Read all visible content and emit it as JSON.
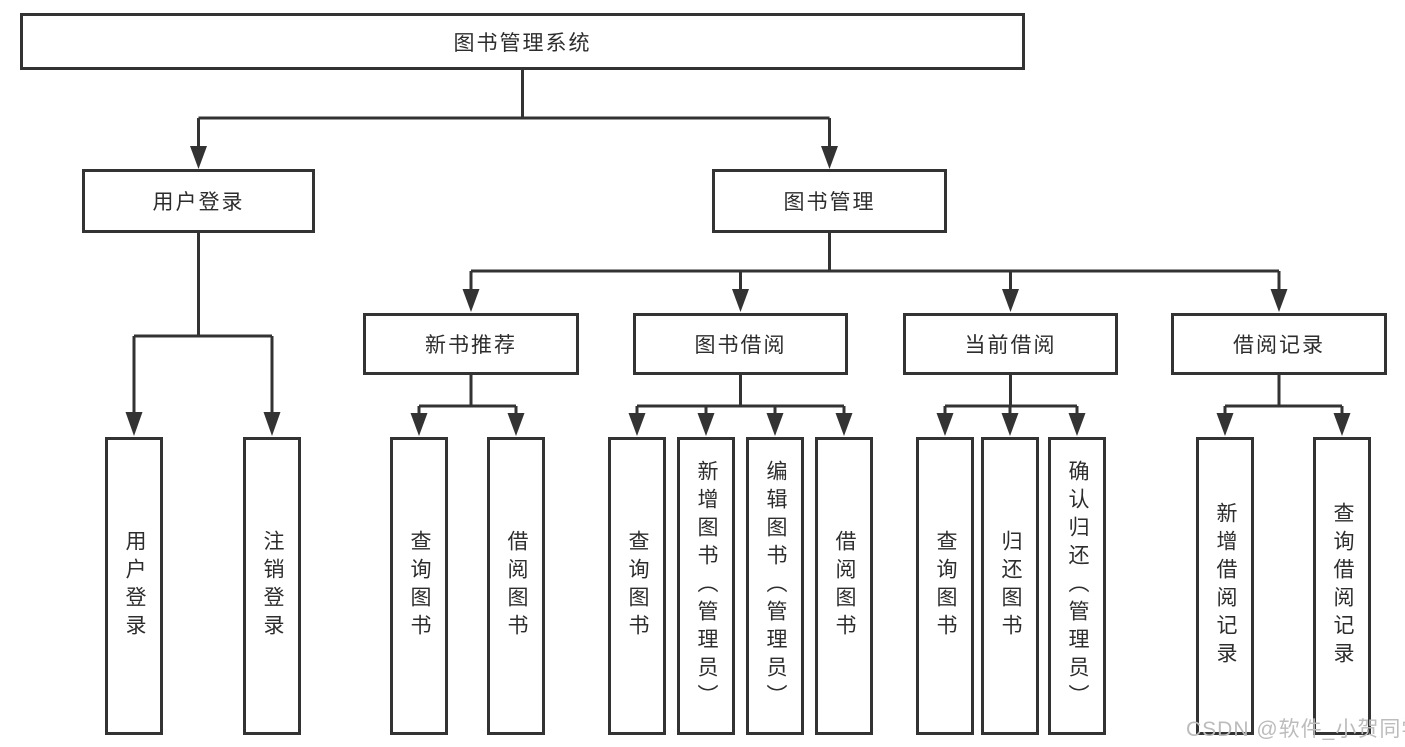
{
  "diagram": {
    "root": {
      "label": "图书管理系统"
    },
    "level2": [
      {
        "label": "用户登录"
      },
      {
        "label": "图书管理"
      }
    ],
    "level3": [
      {
        "label": "新书推荐"
      },
      {
        "label": "图书借阅"
      },
      {
        "label": "当前借阅"
      },
      {
        "label": "借阅记录"
      }
    ],
    "leaves": {
      "user_login": [
        {
          "label": "用户登录"
        },
        {
          "label": "注销登录"
        }
      ],
      "new_book_recommend": [
        {
          "label": "查询图书"
        },
        {
          "label": "借阅图书"
        }
      ],
      "book_borrow": [
        {
          "label": "查询图书"
        },
        {
          "label": "新增图书（管理员）"
        },
        {
          "label": "编辑图书（管理员）"
        },
        {
          "label": "借阅图书"
        }
      ],
      "current_borrow": [
        {
          "label": "查询图书"
        },
        {
          "label": "归还图书"
        },
        {
          "label": "确认归还（管理员）"
        }
      ],
      "borrow_record": [
        {
          "label": "新增借阅记录"
        },
        {
          "label": "查询借阅记录"
        }
      ]
    },
    "watermark": "CSDN @软件_小贺同学",
    "colors": {
      "line": "#333333",
      "text": "#2d2d2d",
      "background": "#ffffff",
      "watermark": "#bcbcbc"
    }
  }
}
